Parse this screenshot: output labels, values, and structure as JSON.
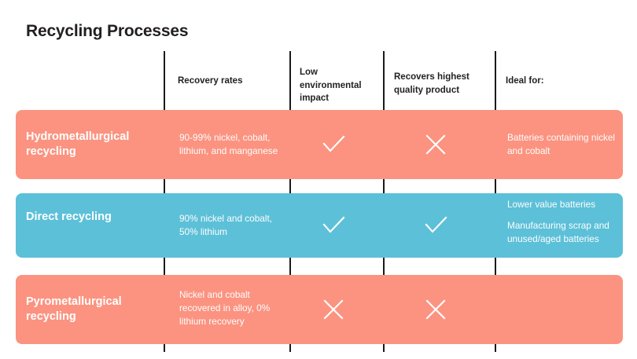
{
  "page": {
    "title": "Recycling Processes",
    "background": "#ffffff",
    "title_color": "#231f20",
    "divider_color": "#1a1a1a"
  },
  "colors": {
    "salmon": "#fb9380",
    "blue": "#5cc0d8",
    "text_on_band": "#ffffff"
  },
  "table": {
    "columns": [
      {
        "id": "process",
        "label": ""
      },
      {
        "id": "recovery",
        "label": "Recovery rates"
      },
      {
        "id": "env",
        "label": "Low environmental impact"
      },
      {
        "id": "quality",
        "label": "Recovers highest quality product"
      },
      {
        "id": "ideal",
        "label": "Ideal for:"
      }
    ],
    "rows": [
      {
        "name": "Hydrometallurgical recycling",
        "color": "#fb9380",
        "recovery": "90-99% nickel, cobalt, lithium, and manganese",
        "env": "check",
        "quality": "cross",
        "ideal": [
          "Batteries containing nickel and cobalt"
        ]
      },
      {
        "name": "Direct recycling",
        "color": "#5cc0d8",
        "recovery": "90% nickel and cobalt, 50% lithium",
        "env": "check",
        "quality": "check",
        "ideal": [
          "Lower value batteries",
          "Manufacturing scrap and unused/aged batteries"
        ]
      },
      {
        "name": "Pyrometallurgical recycling",
        "color": "#fb9380",
        "recovery": "Nickel and cobalt recovered in alloy, 0% lithium recovery",
        "env": "cross",
        "quality": "cross",
        "ideal": []
      }
    ]
  },
  "icons": {
    "check": "check-icon",
    "cross": "cross-icon"
  }
}
